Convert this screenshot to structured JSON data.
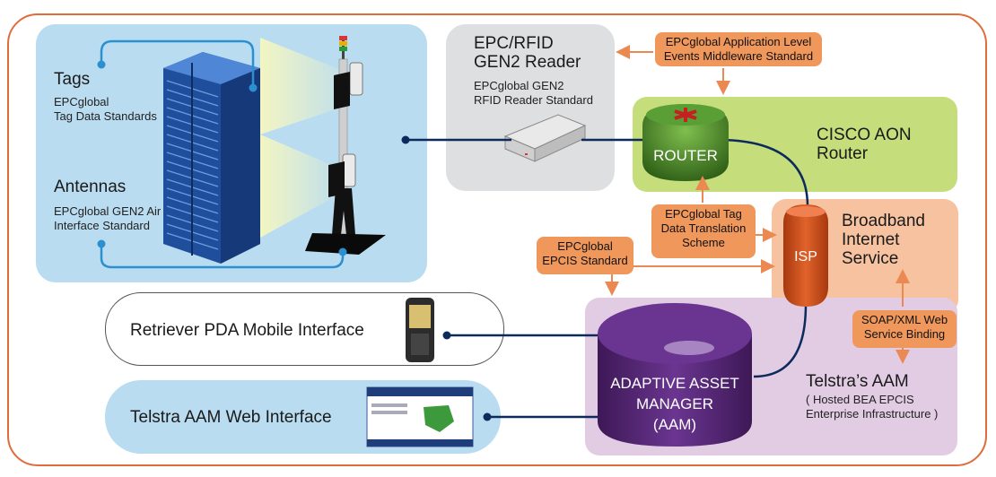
{
  "diagram": {
    "colors": {
      "frame": "#e06c3a",
      "tags_panel": "#b9dcf0",
      "reader_panel": "#dedfe0",
      "cisco_panel": "#c5dd7a",
      "isp_panel": "#f7c2a0",
      "aam_panel": "#e2cce3",
      "web_panel": "#b9dcf0",
      "badge": "#f0975c",
      "connector_dark": "#0d2a5c",
      "connector_blue": "#2b8fd0",
      "arrow_orange": "#ea8a52",
      "router_green": "#4f8b2c",
      "isp_orange": "#d2541e",
      "aam_purple": "#5a2a78"
    },
    "tags": {
      "title": "Tags",
      "subtitle": "EPCglobal\nTag Data Standards"
    },
    "antennas": {
      "title": "Antennas",
      "subtitle": "EPCglobal GEN2 Air\nInterface Standard"
    },
    "reader": {
      "title": "EPC/RFID\nGEN2 Reader",
      "subtitle": "EPCglobal GEN2\nRFID Reader Standard"
    },
    "middleware_badge": "EPCglobal Application Level\nEvents Middleware Standard",
    "router": {
      "label": "ROUTER",
      "panel_title": "CISCO AON\nRouter"
    },
    "tag_translation_badge": "EPCglobal Tag\nData Translation\nScheme",
    "epcis_badge": "EPCglobal\nEPCIS Standard",
    "isp": {
      "label": "ISP",
      "panel_title": "Broadband\nInternet\nService"
    },
    "soap_badge": "SOAP/XML Web\nService Binding",
    "aam": {
      "label": "ADAPTIVE ASSET\nMANAGER\n(AAM)",
      "panel_title": "Telstra’s AAM",
      "panel_subtitle": "( Hosted BEA EPCIS\nEnterprise Infrastructure )"
    },
    "pda_interface": "Retriever PDA Mobile Interface",
    "web_interface": "Telstra AAM Web Interface"
  }
}
